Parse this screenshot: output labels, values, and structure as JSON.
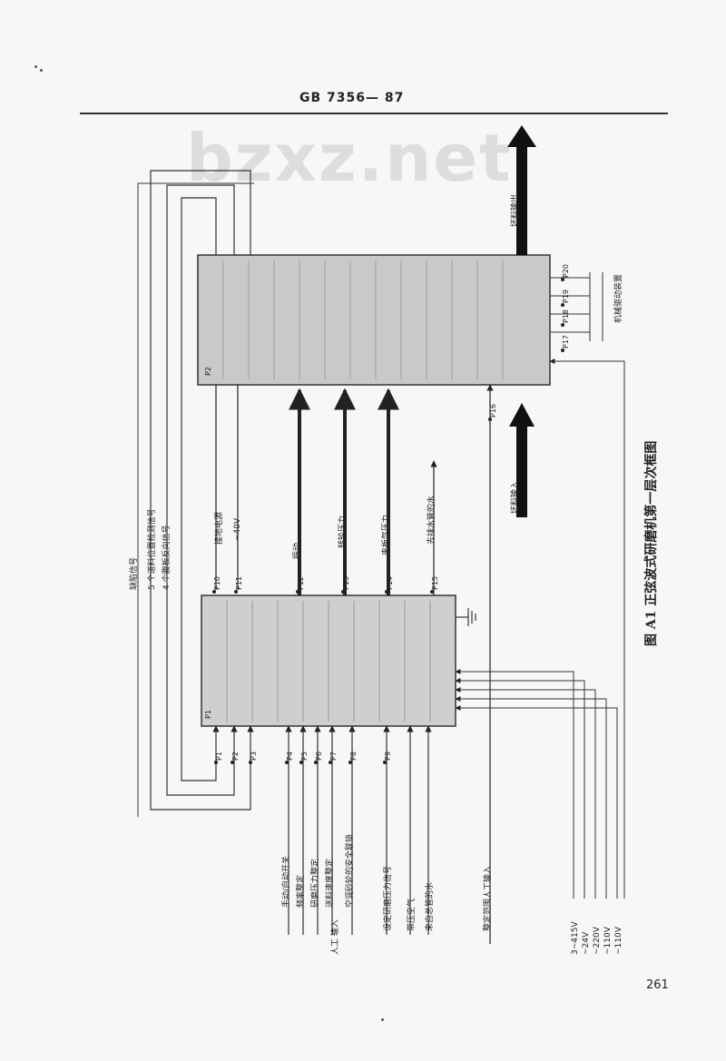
{
  "page": {
    "header": "GB 7356— 87",
    "watermark": "bzxz.net",
    "page_number": "261"
  },
  "diagram": {
    "caption": "图 A1  正弦波式研磨机第一层次框图",
    "block_labels": {
      "p1": "P1",
      "p2": "P2"
    },
    "ports": [
      "P1",
      "P2",
      "P3",
      "P4",
      "P5",
      "P6",
      "P7",
      "P8",
      "P9",
      "P10",
      "P11",
      "P12",
      "P13",
      "P14",
      "P15",
      "P16",
      "P17",
      "P18",
      "P19",
      "P20"
    ],
    "top_signals": [
      "缺陷信号",
      "5 个道料位置检测信号",
      "4 个腹板反向信号"
    ],
    "middle_signals": [
      "接地电源",
      "~40V",
      "振动",
      "转轮压力",
      "夹板气压力",
      "去排水管的水"
    ],
    "manual_inputs": [
      "手动/自动开关",
      "频率整定",
      "研磨压力整定",
      "送料速度整定",
      "空调砂轮的安全联锁"
    ],
    "manual_group_label": "人工\n输入",
    "other_inputs": [
      "设定研磨压力信号",
      "带压空气",
      "来自总管的水",
      "整定范围人工输入"
    ],
    "power_inputs": [
      "3~415V",
      "~24V",
      "~220V",
      "~110V",
      "~110V"
    ],
    "material_input": "坯料输入",
    "material_output": "坯料输出",
    "drive_label": "机械驱动装置"
  }
}
